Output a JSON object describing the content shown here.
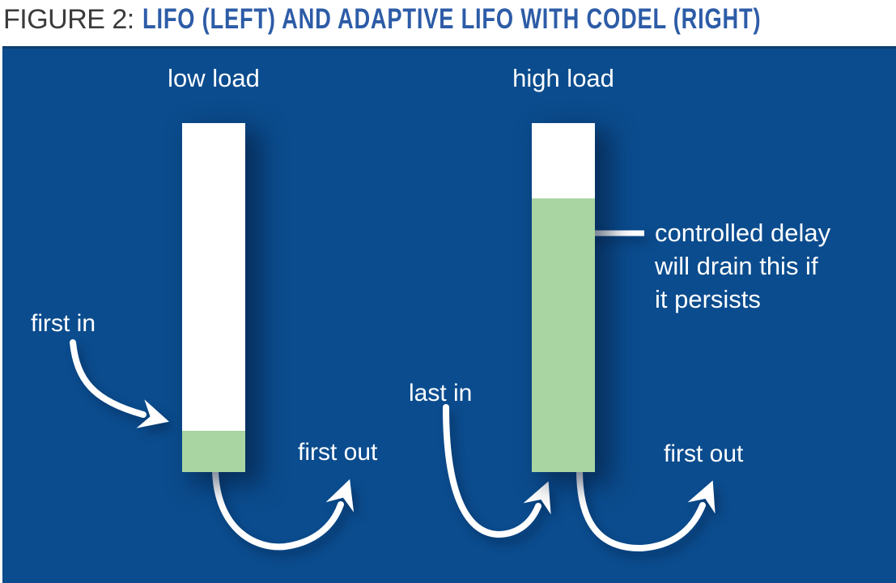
{
  "figure": {
    "label": "FIGURE 2:",
    "title": "LIFO (LEFT) AND ADAPTIVE LIFO WITH CODEL (RIGHT)"
  },
  "panel": {
    "colors": {
      "panel_background": "#0b4c8e",
      "panel_top_edge": "#0d3e71",
      "queue_empty": "#ffffff",
      "queue_fill_green": "#a9d5a3",
      "title_blue": "#2d5ca7",
      "label_text": "#ffffff"
    },
    "left_queue": {
      "heading": "low load",
      "in_label": "first in",
      "out_label": "first out",
      "queue_fill_percent": 12
    },
    "right_queue": {
      "heading": "high load",
      "in_label": "last in",
      "out_label": "first out",
      "queue_fill_percent": 78,
      "callout_lines": [
        "controlled delay",
        "will drain this if",
        "it persists"
      ]
    }
  }
}
